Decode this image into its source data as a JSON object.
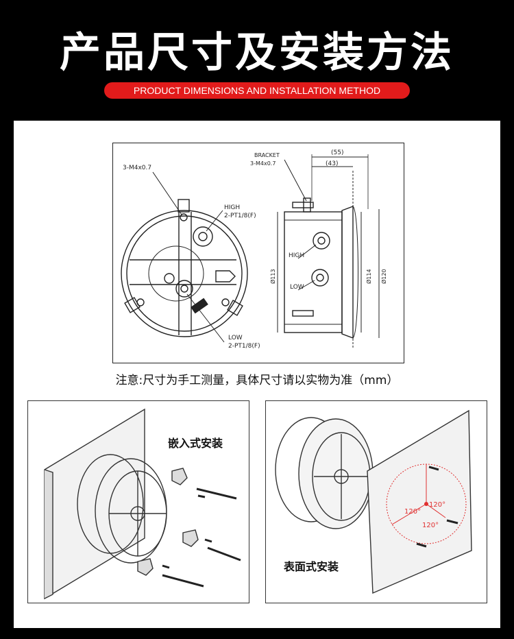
{
  "header": {
    "title": "产品尺寸及安装方法",
    "subtitle": "PRODUCT DIMENSIONS AND INSTALLATION METHOD",
    "accent_color": "#e21b1b"
  },
  "drawing": {
    "front": {
      "screw_label": "3-M4x0.7",
      "high_label": "HIGH",
      "high_port": "2-PT1/8(F)",
      "low_label": "LOW",
      "low_port": "2-PT1/8(F)"
    },
    "side": {
      "bracket_label": "BRACKET",
      "screw_label": "3-M4x0.7",
      "dim_55": "(55)",
      "dim_43": "(43)",
      "high_label": "HIGH",
      "low_label": "LOW",
      "dia_113": "Ø113",
      "dia_114": "Ø114",
      "dia_120": "Ø120"
    }
  },
  "note": "注意:尺寸为手工测量，具体尺寸请以实物为准（mm）",
  "install": {
    "embedded_label": "嵌入式安装",
    "surface_label": "表面式安装",
    "angle_labels": [
      "120°",
      "120°",
      "120°"
    ],
    "angle_color": "#e03030"
  }
}
